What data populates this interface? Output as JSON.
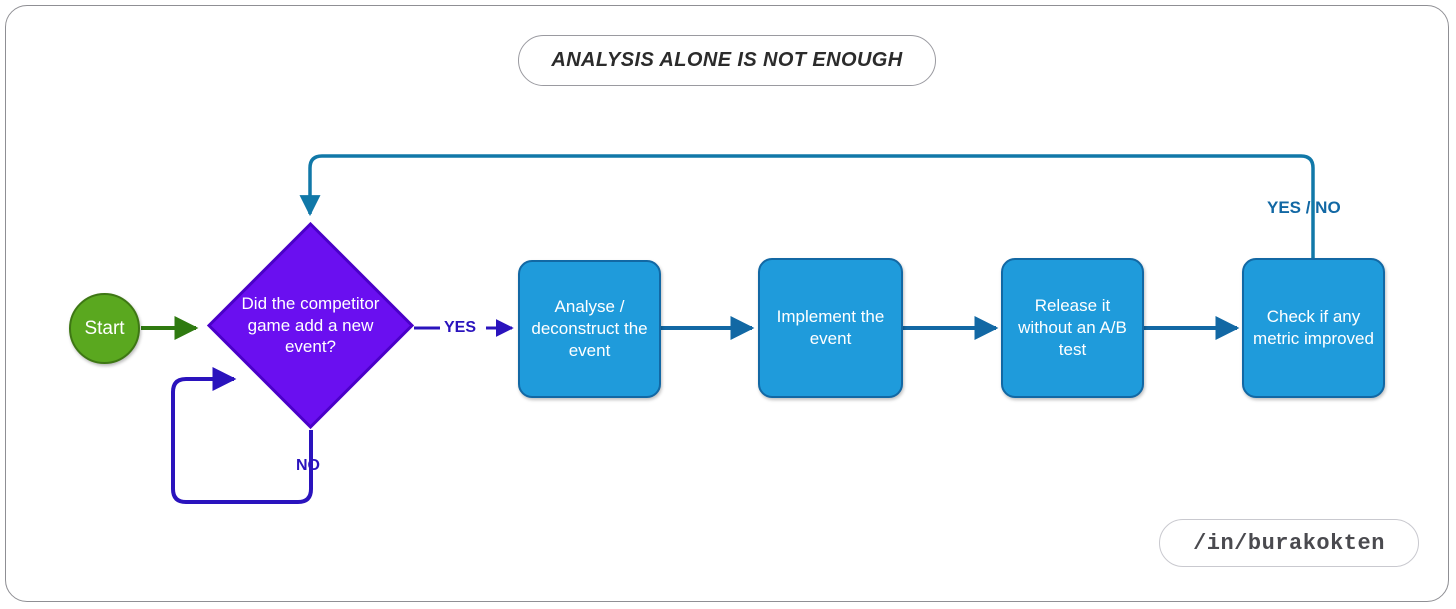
{
  "title": {
    "text": "ANALYSIS ALONE IS NOT ENOUGH"
  },
  "watermark": {
    "handle": "/in/burakokten"
  },
  "colors": {
    "frame_border": "#8f8f94",
    "start_fill": "#5aa81f",
    "start_border": "#3e7714",
    "decision_fill": "#6a0ff0",
    "decision_border": "#4a00c8",
    "process_fill": "#1f9bdb",
    "process_border": "#1268a4",
    "connector_blue": "#1268a4",
    "connector_purple": "#2a13bd",
    "connector_green": "#2f7a10"
  },
  "nodes": {
    "start": {
      "label": "Start",
      "shape": "circle"
    },
    "decision": {
      "label": "Did the competitor game add a new event?",
      "shape": "diamond"
    },
    "analyse": {
      "label": "Analyse / deconstruct the event",
      "shape": "rounded-rect"
    },
    "implement": {
      "label": "Implement the event",
      "shape": "rounded-rect"
    },
    "release": {
      "label": "Release it without an A/B test",
      "shape": "rounded-rect"
    },
    "check": {
      "label": "Check if any metric improved",
      "shape": "rounded-rect"
    }
  },
  "edges": {
    "start_to_decision": {
      "label": ""
    },
    "decision_yes": {
      "label": "YES"
    },
    "decision_no": {
      "label": "NO"
    },
    "analyse_to_implement": {
      "label": ""
    },
    "implement_to_release": {
      "label": ""
    },
    "release_to_check": {
      "label": ""
    },
    "check_feedback": {
      "label": "YES / NO"
    }
  }
}
